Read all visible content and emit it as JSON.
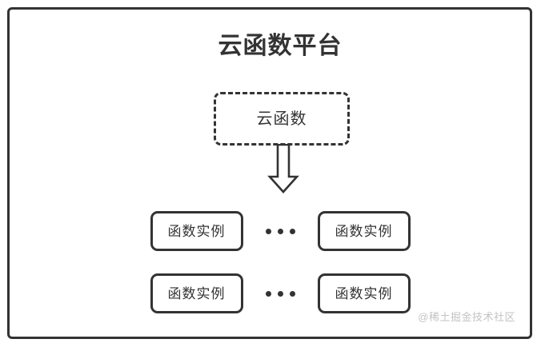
{
  "diagram": {
    "title": "云函数平台",
    "cloud_function": {
      "label": "云函数",
      "border_style": "dashed"
    },
    "arrow": {
      "icon": "down-block-arrow",
      "direction": "down"
    },
    "rows": [
      {
        "left_instance": "函数实例",
        "ellipsis": "•••",
        "right_instance": "函数实例"
      },
      {
        "left_instance": "函数实例",
        "ellipsis": "•••",
        "right_instance": "函数实例"
      }
    ],
    "watermark": "@稀土掘金技术社区",
    "colors": {
      "stroke": "#333333",
      "background": "#ffffff",
      "watermark": "#c3c3c3"
    }
  }
}
